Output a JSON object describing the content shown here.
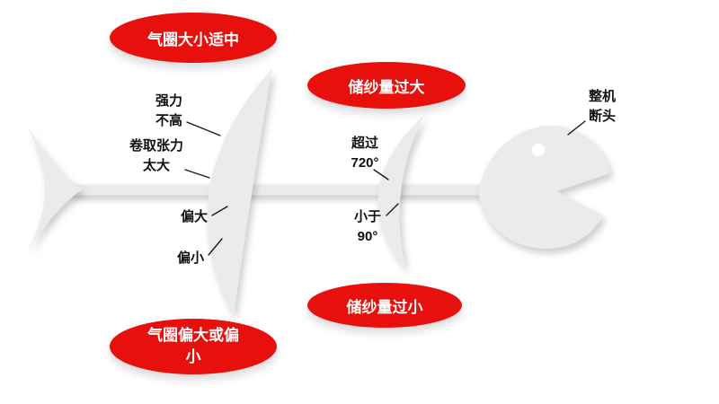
{
  "colors": {
    "bubble_red": "#e8100c",
    "bone_gray": "#ebebeb",
    "text_black": "#111111",
    "background": "#ffffff"
  },
  "bubbles": {
    "air_ring_moderate": {
      "text": "气圈大小适中"
    },
    "yarn_storage_too_large": {
      "text": "储纱量过大"
    },
    "yarn_storage_too_small": {
      "text": "储纱量过小"
    },
    "air_ring_large_or_small": {
      "text": "气圈偏大或偏小"
    }
  },
  "labels": {
    "strength": {
      "lines": [
        "强力",
        "不高"
      ]
    },
    "winding_tension": {
      "lines": [
        "卷取张力",
        "太大"
      ]
    },
    "too_large": {
      "lines": [
        "偏大"
      ]
    },
    "too_small": {
      "lines": [
        "偏小"
      ]
    },
    "over_720": {
      "lines": [
        "超过",
        "720°"
      ]
    },
    "under_90": {
      "lines": [
        "小于",
        "90°"
      ]
    },
    "machine_break": {
      "lines": [
        "整机",
        "断头"
      ]
    }
  }
}
